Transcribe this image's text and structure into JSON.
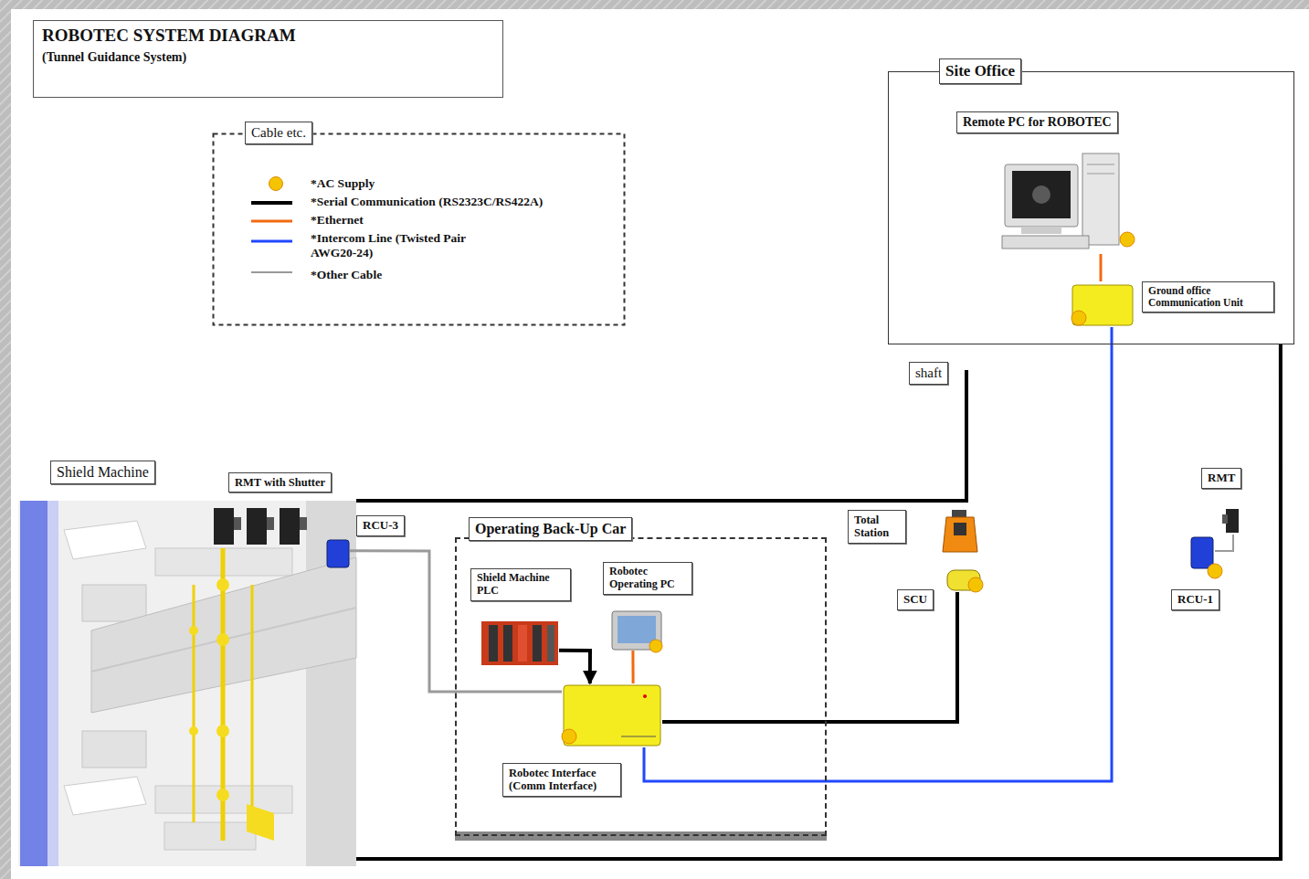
{
  "diagram": {
    "title": "ROBOTEC SYSTEM DIAGRAM",
    "nodes": [
      {
        "text": [
          "Site Office"
        ]
      },
      {
        "text": [
          "Remote PC for ROBOTEC"
        ],
        "in": 0
      },
      {
        "text": [
          "Ground office Communication Unit"
        ],
        "in": 0
      },
      {
        "text": [
          "Shield Machine"
        ]
      },
      {
        "text": [
          "RMT with Shutter"
        ]
      },
      {
        "text": [
          "RCU-3"
        ]
      },
      {
        "text": [
          "Operating Back-Up Car"
        ]
      },
      {
        "text": [
          "Shield Machine PLC"
        ],
        "in": 6
      },
      {
        "text": [
          "Robotec Operating PC"
        ],
        "in": 6
      },
      {
        "text": [
          "Robotec Interface (Comm Interface)"
        ],
        "in": 6
      },
      {
        "text": [
          "Total Station"
        ]
      },
      {
        "text": [
          "SCU"
        ]
      },
      {
        "text": [
          "RMT"
        ]
      },
      {
        "text": [
          "RCU-1"
        ]
      }
    ],
    "edges": [
      {
        "from": 1,
        "to": 2,
        "arrow": "none"
      },
      {
        "from": 2,
        "to": 9,
        "arrow": "none"
      },
      {
        "from": 7,
        "to": 9,
        "arrow": "to"
      },
      {
        "from": 8,
        "to": 9,
        "arrow": "none"
      },
      {
        "from": 5,
        "to": 9,
        "arrow": "none"
      },
      {
        "from": 9,
        "to": 11,
        "arrow": "none"
      },
      {
        "from": 12,
        "to": 13,
        "arrow": "none"
      },
      {
        "from": 3,
        "to": 0,
        "arrow": "none"
      }
    ],
    "labels": [
      "(Tunnel Guidance System)",
      "Cable etc.",
      "shaft"
    ],
    "legend": [
      {
        "text": "*AC Supply",
        "color": "#f5c400"
      },
      {
        "text": "*Serial Communication (RS2323C/RS422A)"
      },
      {
        "text": "*Ethernet"
      },
      {
        "text": "*Intercom Line (Twisted Pair AWG20-24)"
      },
      {
        "text": "*Other Cable"
      }
    ]
  }
}
